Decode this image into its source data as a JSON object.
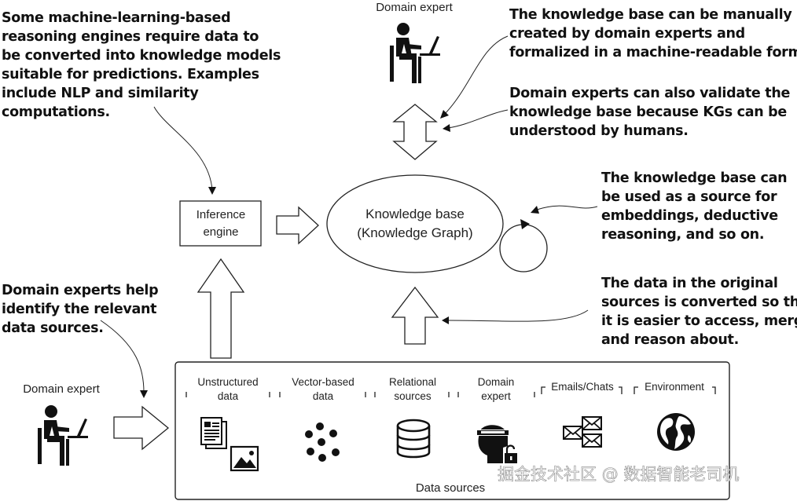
{
  "notes": {
    "top_left": [
      "Some machine-learning-based",
      "reasoning engines require data to",
      "be converted into knowledge models",
      "suitable for predictions. Examples",
      "include NLP and similarity",
      "computations."
    ],
    "top_right": [
      "The knowledge base can be manually",
      "created by domain experts and",
      "formalized in a machine-readable format."
    ],
    "validate": [
      "Domain experts can also validate the",
      "knowledge base because KGs can be",
      "understood by humans."
    ],
    "embeddings": [
      "The knowledge base can",
      "be used as a source for",
      "embeddings, deductive",
      "reasoning, and so on."
    ],
    "converted": [
      "The data in the original",
      "sources is converted so that",
      "it is easier to access, merge,",
      "and reason about."
    ],
    "domain_help": [
      "Domain experts help",
      "identify the relevant",
      "data sources."
    ]
  },
  "labels": {
    "domain_expert_top": "Domain expert",
    "domain_expert_left": "Domain expert",
    "inference_engine": [
      "Inference",
      "engine"
    ],
    "knowledge_base": [
      "Knowledge base",
      "(Knowledge Graph)"
    ],
    "data_sources": "Data sources"
  },
  "sources": [
    {
      "label": [
        "Unstructured",
        "data"
      ],
      "icon": "document-image-icon"
    },
    {
      "label": [
        "Vector-based",
        "data"
      ],
      "icon": "dots-cluster-icon"
    },
    {
      "label": [
        "Relational",
        "sources"
      ],
      "icon": "database-icon"
    },
    {
      "label": [
        "Domain",
        "expert"
      ],
      "icon": "expert-lock-icon"
    },
    {
      "label": [
        "Emails/Chats"
      ],
      "icon": "envelopes-icon"
    },
    {
      "label": [
        "Environment"
      ],
      "icon": "globe-icon"
    }
  ],
  "watermark": "掘金技术社区 @ 数据智能老司机"
}
